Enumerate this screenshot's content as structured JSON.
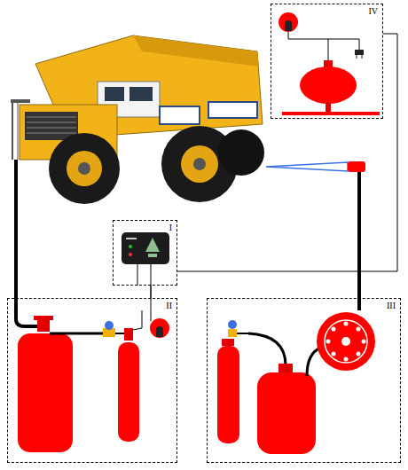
{
  "diagram": {
    "nodes": [
      {
        "text": [
          "IV"
        ]
      },
      {
        "text": [
          "I"
        ]
      },
      {
        "text": [
          "II"
        ]
      },
      {
        "text": [
          "III"
        ]
      }
    ],
    "edges": [
      {
        "from": 1,
        "to": 2,
        "arrow": "none"
      },
      {
        "from": 1,
        "to": 0,
        "arrow": "none"
      }
    ]
  }
}
